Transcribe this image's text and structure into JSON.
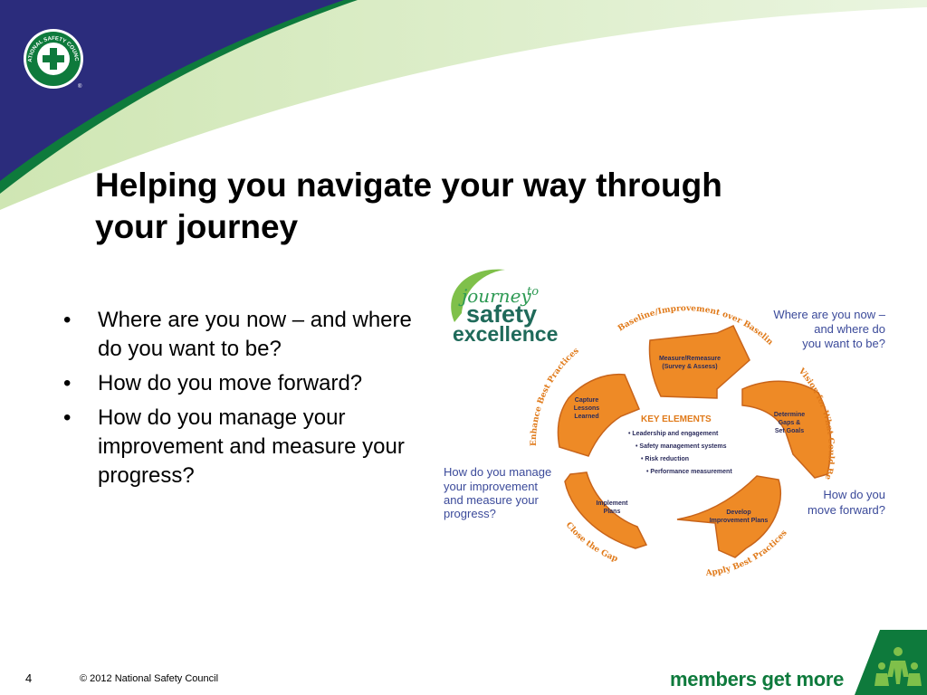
{
  "header": {
    "logo_text": "NATIONAL SAFETY COUNCIL",
    "logo_mark": "®"
  },
  "title": {
    "line1": "Helping you navigate your way through",
    "line2": "your journey"
  },
  "bullets": [
    "Where are you now – and where do you want to be?",
    "How do you move forward?",
    "How do you manage your improvement and measure your progress?"
  ],
  "diagram": {
    "brand": {
      "journey": "journey",
      "to": "to",
      "safety": "safety",
      "excellence": "excellence"
    },
    "arrows": {
      "top": [
        "Measure/Remeasure",
        "(Survey & Assess)"
      ],
      "right": [
        "Determine",
        "Gaps &",
        "Set Goals"
      ],
      "bottom_right": [
        "Develop",
        "Improvement Plans"
      ],
      "bottom_left": [
        "Implement",
        "Plans"
      ],
      "left": [
        "Capture",
        "Lessons",
        "Learned"
      ]
    },
    "key_elements": {
      "title": "KEY ELEMENTS",
      "items": [
        "• Leadership and engagement",
        "• Safety management systems",
        "• Risk reduction",
        "• Performance measurement"
      ]
    },
    "arc_labels": {
      "top": "Baseline/Improvement over Baseline",
      "right": "Vision for What Could Be",
      "bottom": "Apply Best Practices",
      "bottom_left": "Close the Gap",
      "left": "Enhance Best Practices"
    },
    "questions": {
      "top_right": [
        "Where are you now –",
        "and where do",
        "you want to be?"
      ],
      "right": [
        "How do you",
        "move forward?"
      ],
      "left": [
        "How do you manage",
        "your improvement",
        "and measure your",
        "progress?"
      ]
    }
  },
  "footer": {
    "page": "4",
    "copyright": "© 2012 National Safety Council",
    "tagline": "members get more"
  },
  "colors": {
    "navy": "#2b2c7c",
    "green": "#0e7a3c",
    "light_green": "#7fc04a",
    "orange": "#ee8a26",
    "dark_orange": "#c8641a",
    "diagram_text": "#3b4a9a"
  }
}
